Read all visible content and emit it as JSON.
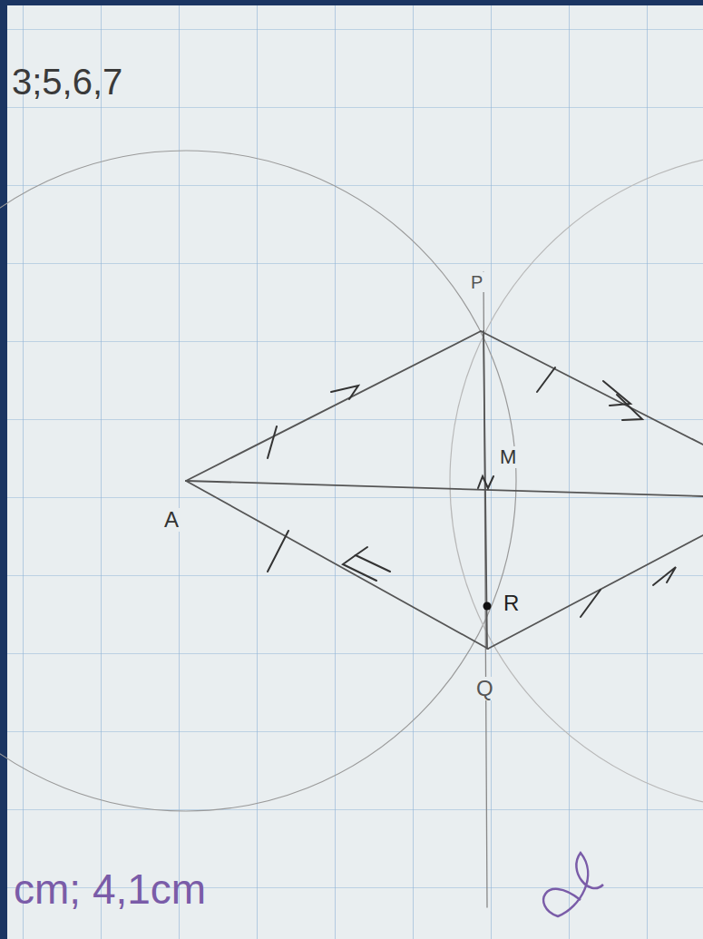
{
  "diagram": {
    "labels": [
      "3;5,6,7",
      "P",
      "A",
      "M",
      "R",
      "Q",
      "cm; 4,1cm"
    ]
  }
}
